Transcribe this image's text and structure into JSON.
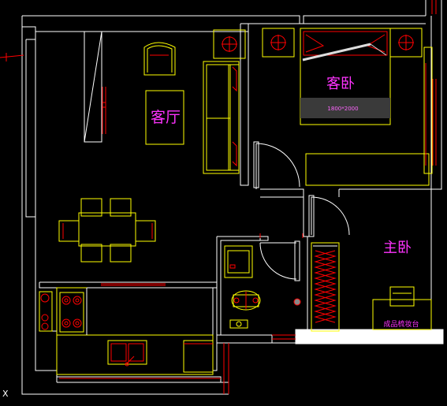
{
  "floorplan": {
    "labels": {
      "living_room": "客厅",
      "guest_bedroom": "客卧",
      "master_bedroom": "主卧",
      "bed_size": "1800*2000",
      "vanity": "成品梳妆台"
    },
    "axis_marker": "X",
    "colors": {
      "background": "#000000",
      "wall": "#ffffff",
      "furniture": "#ffff00",
      "detail": "#ff0000",
      "label": "#ff33ff",
      "bed_label_bg": "#3a3a3a",
      "bed_label_text": "#ff66ff"
    }
  }
}
